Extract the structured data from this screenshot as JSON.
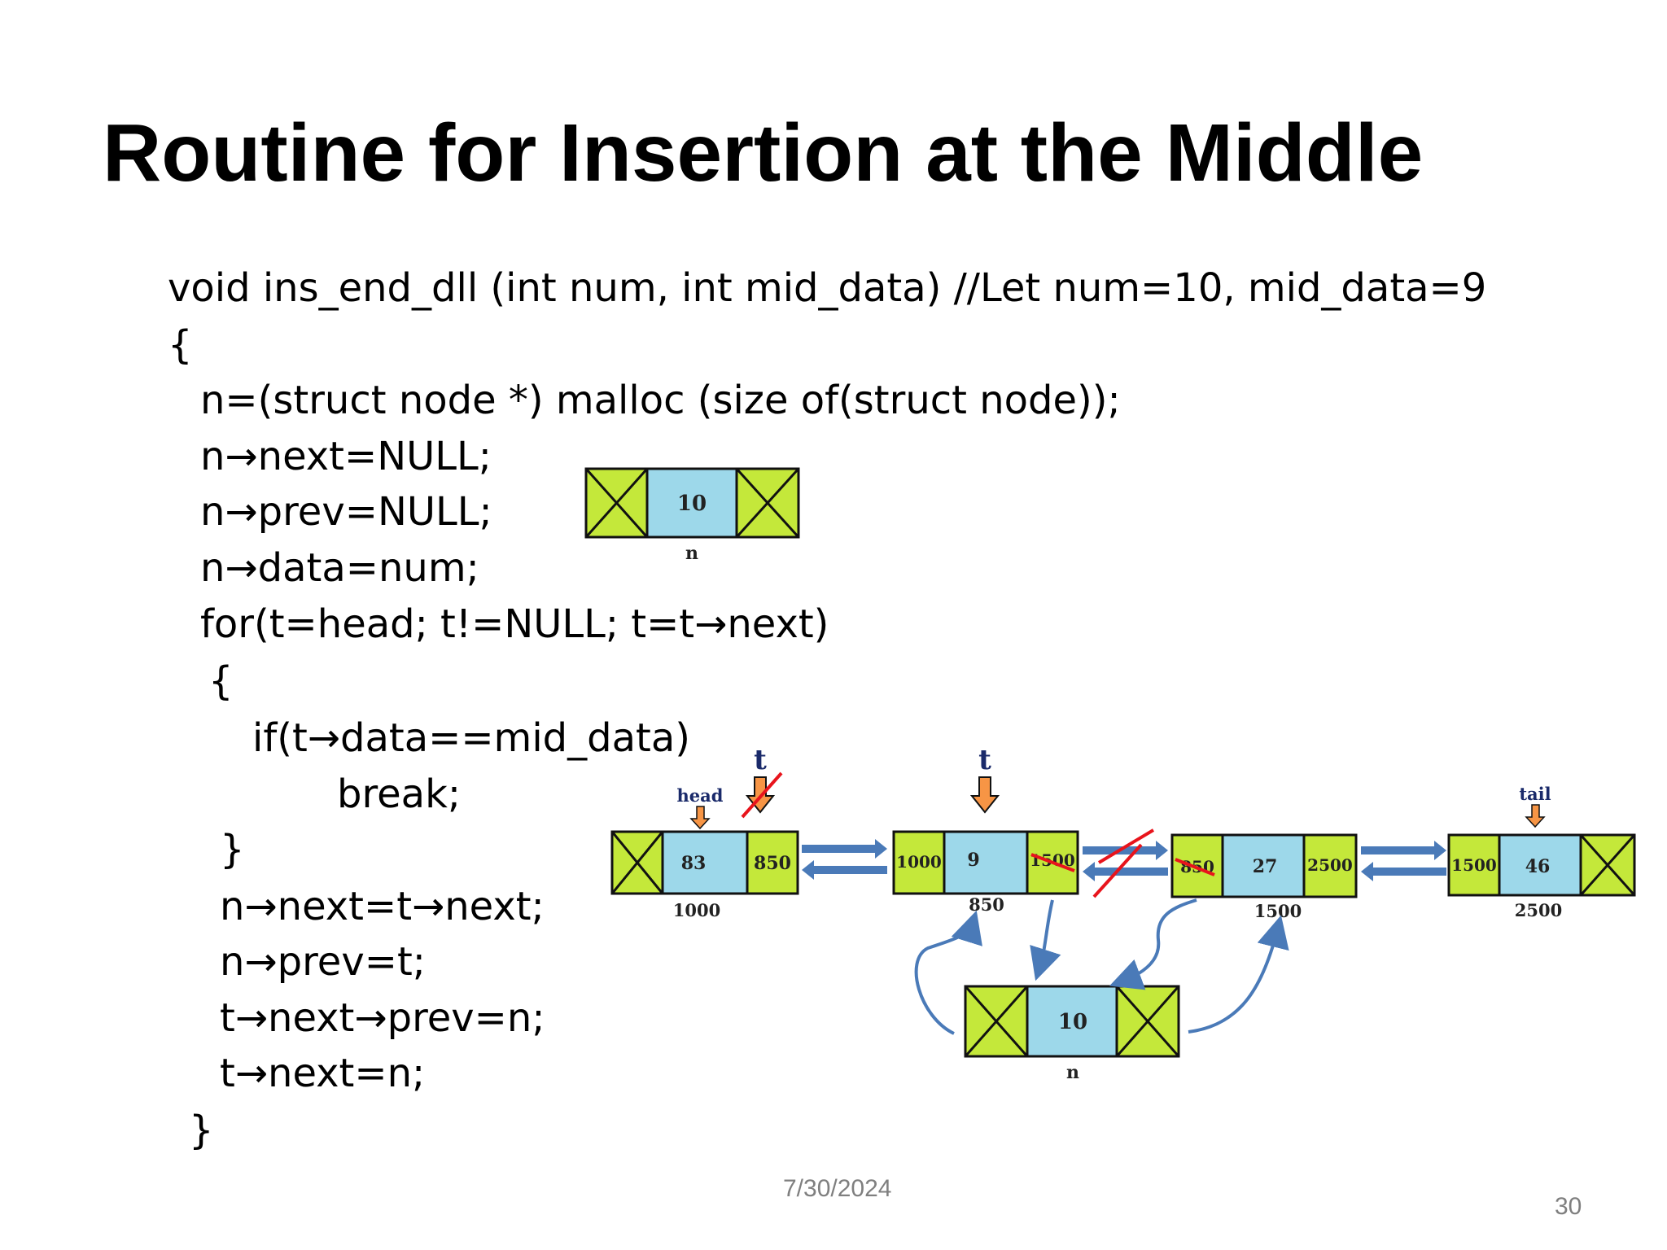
{
  "slide": {
    "title": "Routine for Insertion at the Middle",
    "date": "7/30/2024",
    "page_number": "30"
  },
  "code": [
    "void ins_end_dll (int num, int mid_data) //Let num=10, mid_data=9",
    "{",
    "n=(struct node *) malloc (size of(struct node));",
    "n→next=NULL;",
    "n→prev=NULL;",
    "n→data=num;",
    "for(t=head; t!=NULL; t=t→next)",
    "{",
    "if(t→data==mid_data)",
    "break;",
    "}",
    "n→next=t→next;",
    "n→prev=t;",
    "t→next→prev=n;",
    "t→next=n;",
    "}"
  ],
  "diagram_top": {
    "node_value": "10",
    "node_label": "n"
  },
  "diagram_main": {
    "pointer_t1": "t",
    "pointer_t2": "t",
    "pointer_head": "head",
    "pointer_tail": "tail",
    "nodes": [
      {
        "prev": "",
        "data": "83",
        "next": "850",
        "address": "1000"
      },
      {
        "prev": "1000",
        "data": "9",
        "next": "1500",
        "address": "850"
      },
      {
        "prev": "850",
        "data": "27",
        "next": "2500",
        "address": "1500"
      },
      {
        "prev": "1500",
        "data": "46",
        "next": "",
        "address": "2500"
      }
    ],
    "new_node": {
      "data": "10",
      "label": "n"
    }
  },
  "colors": {
    "node_green": "#c4e83a",
    "node_blue": "#9dd8ea",
    "link_arrow": "#4a7ab8",
    "pointer_orange": "#f79545",
    "strike_red": "#e8141c"
  }
}
